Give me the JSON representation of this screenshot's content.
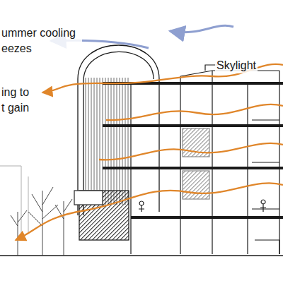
{
  "diagram": {
    "labels": [
      "ummer cooling eezes",
      "Skylight",
      "ing to t gain"
    ]
  }
}
